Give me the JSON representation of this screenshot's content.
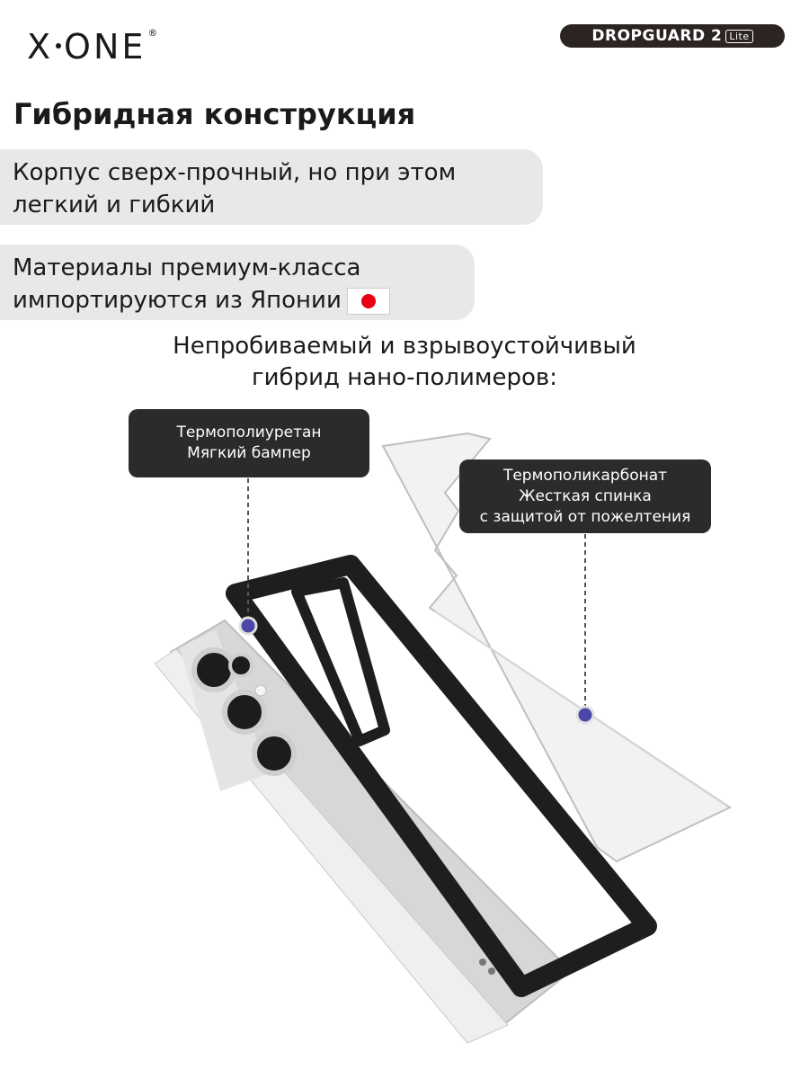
{
  "brand": {
    "logo_left": "X",
    "logo_right": "ONE",
    "logo_mark": "®"
  },
  "badge": {
    "name": "DROPGUARD 2",
    "variant": "Lite"
  },
  "heading": "Гибридная конструкция",
  "features": [
    {
      "line1": "Корпус сверх-прочный, но при этом",
      "line2": "легкий и гибкий"
    },
    {
      "line1": "Материалы премиум-класса",
      "line2": "импортируются из Японии"
    }
  ],
  "flag_icon": "japan-flag-icon",
  "subtitle": {
    "line1": "Непробиваемый и взрывоустойчивый",
    "line2": "гибрид нано-полимеров:"
  },
  "callouts": [
    {
      "line1": "Термополиуретан",
      "line2": "Мягкий бампер"
    },
    {
      "line1": "Термополикарбонат",
      "line2": "Жесткая спинка",
      "line3": "с защитой от пожелтения"
    }
  ],
  "colors": {
    "dark": "#2b2b2b",
    "pill": "#e8e8e8",
    "flag_red": "#e60012",
    "marker": "#4b46a8"
  }
}
